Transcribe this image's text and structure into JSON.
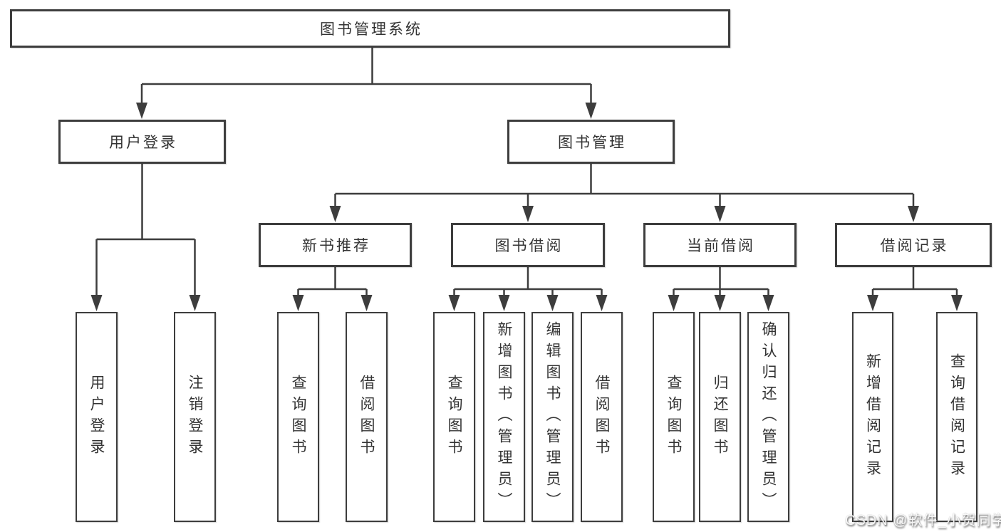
{
  "diagram": {
    "title": "图书管理系统",
    "root": {
      "label": "图书管理系统"
    },
    "level2": [
      {
        "id": "user-login",
        "label": "用户登录"
      },
      {
        "id": "book-management",
        "label": "图书管理"
      }
    ],
    "level3": [
      {
        "id": "new-book-recommend",
        "label": "新书推荐"
      },
      {
        "id": "book-borrow",
        "label": "图书借阅"
      },
      {
        "id": "current-borrow",
        "label": "当前借阅"
      },
      {
        "id": "borrow-record",
        "label": "借阅记录"
      }
    ],
    "leaves": {
      "user_login": [
        {
          "label": "用户登录"
        },
        {
          "label": "注销登录"
        }
      ],
      "new_book_recommend": [
        {
          "label": "查询图书"
        },
        {
          "label": "借阅图书"
        }
      ],
      "book_borrow": [
        {
          "label": "查询图书"
        },
        {
          "label": "新增图书（管理员）"
        },
        {
          "label": "编辑图书（管理员）"
        },
        {
          "label": "借阅图书"
        }
      ],
      "current_borrow": [
        {
          "label": "查询图书"
        },
        {
          "label": "归还图书"
        },
        {
          "label": "确认归还（管理员）"
        }
      ],
      "borrow_record": [
        {
          "label": "新增借阅记录"
        },
        {
          "label": "查询借阅记录"
        }
      ]
    }
  },
  "watermark": "CSDN @软件_小贺同学",
  "colors": {
    "line": "#3d3d3d",
    "text": "#333333",
    "background": "#ffffff"
  }
}
